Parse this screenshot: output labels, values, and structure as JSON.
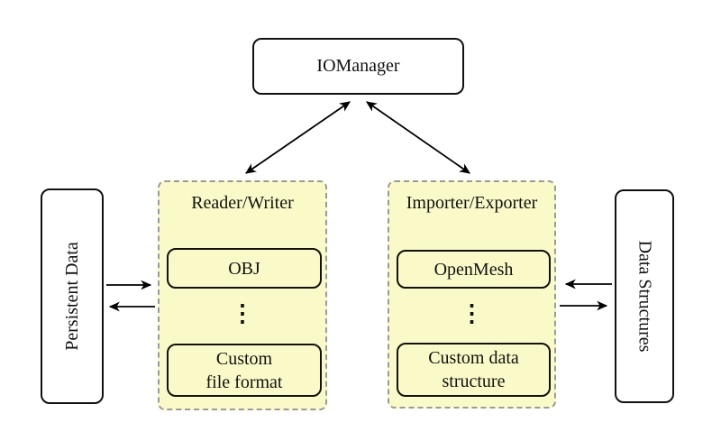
{
  "diagram": {
    "background": "#ffffff",
    "arrow_color": "#000000",
    "node_border_color": "#111111",
    "nodes": {
      "iomanager": "IOManager",
      "persistent_data": "Persistent Data",
      "data_structures": "Data Structures"
    },
    "reader_writer_group": {
      "label": "Reader/Writer",
      "fill": "#fafac8",
      "border": "#9a9a9a",
      "items": [
        "OBJ",
        "Custom\nfile format"
      ],
      "ellipsis": "⋮"
    },
    "importer_exporter_group": {
      "label": "Importer/Exporter",
      "fill": "#fafac8",
      "border": "#9a9a9a",
      "items": [
        "OpenMesh",
        "Custom data\nstructure"
      ],
      "ellipsis": "⋮"
    }
  }
}
